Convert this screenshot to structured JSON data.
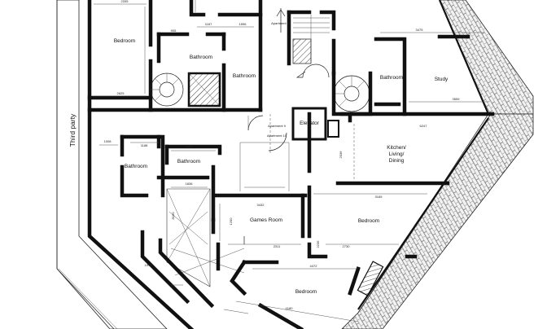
{
  "rooms": {
    "bedroom_nw": "Bedroom",
    "bathroom_top": "Bathroom",
    "bathroom_stair": "Bathroom",
    "bathroom_right": "Bathroom",
    "study": "Study",
    "elevator": "Elevator",
    "kitchen_l1": "Kitchen/",
    "kitchen_l2": "Living/",
    "kitchen_l3": "Dining",
    "bathroom_west": "Bathroom",
    "bathroom_center": "Bathroom",
    "games_room": "Games Room",
    "bedroom_east": "Bedroom",
    "bedroom_south": "Bedroom"
  },
  "third_party": "Third party",
  "labels": {
    "apartment_top": "Apartment 11",
    "apartment_mid_1": "Apartment 9",
    "apartment_mid_2": "Apartment 10"
  },
  "dimensions": {
    "d1": "2335",
    "d2": "3475",
    "d3": "1167",
    "d4": "1596",
    "d5": "905",
    "d6": "2625",
    "d7": "3559",
    "d8": "6247",
    "d9": "1008",
    "d10": "1188",
    "d11": "1890",
    "d12": "1836",
    "d13": "3432",
    "d14": "3165",
    "d15": "2311",
    "d16": "2730",
    "d17": "4472",
    "d18": "1990",
    "d19": "4180",
    "d20": "2036",
    "d21": "2236",
    "d22": "8160",
    "d23": "1200"
  }
}
